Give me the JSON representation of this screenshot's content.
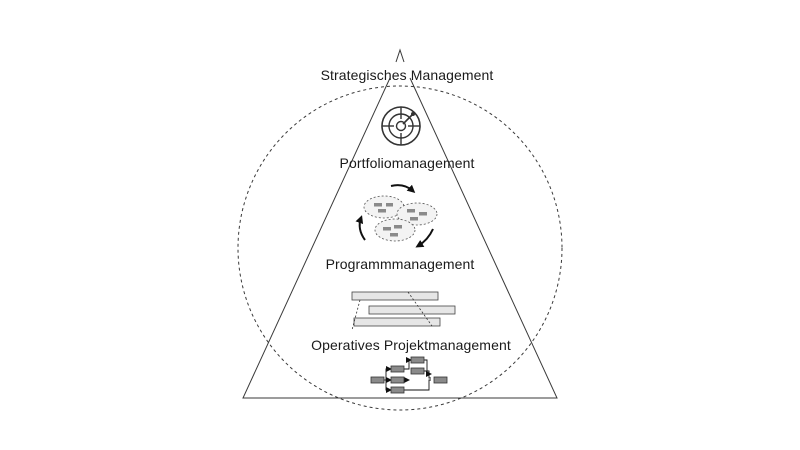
{
  "levels": {
    "strategic": "Strategisches Management",
    "portfolio": "Portfoliomanagement",
    "program": "Programmmanagement",
    "project": "Operatives Projektmanagement"
  },
  "icons": {
    "strategic": "radar-target-icon",
    "portfolio": "portfolio-cycle-icon",
    "program": "gantt-bars-icon",
    "project": "process-network-icon"
  },
  "colors": {
    "line": "#3a3a3a",
    "box_fill": "#e6e6e6",
    "chip_fill": "#8a8a8a",
    "text": "#1a1a1a"
  }
}
